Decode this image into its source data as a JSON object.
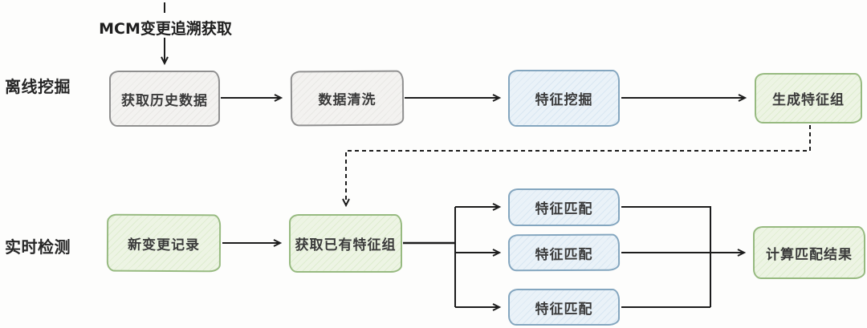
{
  "annotation": {
    "label": "MCM变更追溯获取"
  },
  "row_labels": {
    "offline": "离线挖掘",
    "realtime": "实时检测"
  },
  "nodes": {
    "get_history": {
      "label": "获取历史数据",
      "style": "gray"
    },
    "data_clean": {
      "label": "数据清洗",
      "style": "gray"
    },
    "feature_mining": {
      "label": "特征挖掘",
      "style": "blue"
    },
    "gen_feature_group": {
      "label": "生成特征组",
      "style": "green"
    },
    "new_change_record": {
      "label": "新变更记录",
      "style": "green"
    },
    "get_feature_group": {
      "label": "获取已有特征组",
      "style": "green"
    },
    "feature_match_1": {
      "label": "特征匹配",
      "style": "blue"
    },
    "feature_match_2": {
      "label": "特征匹配",
      "style": "blue"
    },
    "feature_match_3": {
      "label": "特征匹配",
      "style": "blue"
    },
    "compute_result": {
      "label": "计算匹配结果",
      "style": "green"
    }
  },
  "edges": [
    {
      "from": "mcm_annotation",
      "to": "get_history",
      "style": "solid"
    },
    {
      "from": "get_history",
      "to": "data_clean",
      "style": "solid"
    },
    {
      "from": "data_clean",
      "to": "feature_mining",
      "style": "solid"
    },
    {
      "from": "feature_mining",
      "to": "gen_feature_group",
      "style": "solid"
    },
    {
      "from": "gen_feature_group",
      "to": "get_feature_group",
      "style": "dashed"
    },
    {
      "from": "new_change_record",
      "to": "get_feature_group",
      "style": "solid"
    },
    {
      "from": "get_feature_group",
      "to": "feature_match_1",
      "style": "solid"
    },
    {
      "from": "get_feature_group",
      "to": "feature_match_2",
      "style": "solid"
    },
    {
      "from": "get_feature_group",
      "to": "feature_match_3",
      "style": "solid"
    },
    {
      "from": "feature_match_1",
      "to": "compute_result",
      "style": "solid"
    },
    {
      "from": "feature_match_2",
      "to": "compute_result",
      "style": "solid"
    },
    {
      "from": "feature_match_3",
      "to": "compute_result",
      "style": "solid"
    }
  ],
  "colors": {
    "background": "#fdfdfc",
    "line": "#1c1c1c",
    "text": "#3a3a3a",
    "row_label_text": "#262626",
    "gray_fill": "#f3f2f0",
    "gray_border": "#8f8f8f",
    "blue_fill": "#eaf2f8",
    "blue_border": "#84a6bf",
    "green_fill": "#edf4e4",
    "green_border": "#97ba80"
  }
}
